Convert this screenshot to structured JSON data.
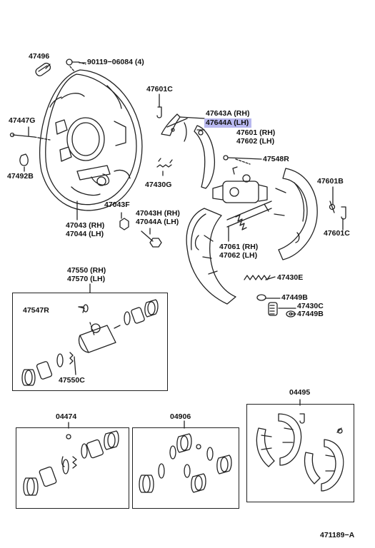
{
  "labels": {
    "p47496": "47496",
    "p90119": "90119−06084 (4)",
    "p47601c_top": "47601C",
    "p47643a": "47643A (RH)",
    "p47644a": "47644A (LH)",
    "p47601": "47601 (RH)",
    "p47602": "47602 (LH)",
    "p47447g": "47447G",
    "p47492b": "47492B",
    "p47548r": "47548R",
    "p47430g": "47430G",
    "p47601b": "47601B",
    "p47043f": "47043F",
    "p47601c_right": "47601C",
    "p47043": "47043 (RH)",
    "p47044": "47044 (LH)",
    "p47043h": "47043H (RH)",
    "p47044a": "47044A (LH)",
    "p47061": "47061 (RH)",
    "p47062": "47062 (LH)",
    "p47550": "47550 (RH)",
    "p47570": "47570 (LH)",
    "p47430e": "47430E",
    "p47449b_top": "47449B",
    "p47430c": "47430C",
    "p47449b_bottom": "47449B",
    "p47547r": "47547R",
    "p47550c": "47550C",
    "kit04495": "04495",
    "kit04474": "04474",
    "kit04906": "04906",
    "figure_id": "471189−A"
  },
  "colors": {
    "highlight": "#b8b8ef",
    "line": "#222222"
  }
}
